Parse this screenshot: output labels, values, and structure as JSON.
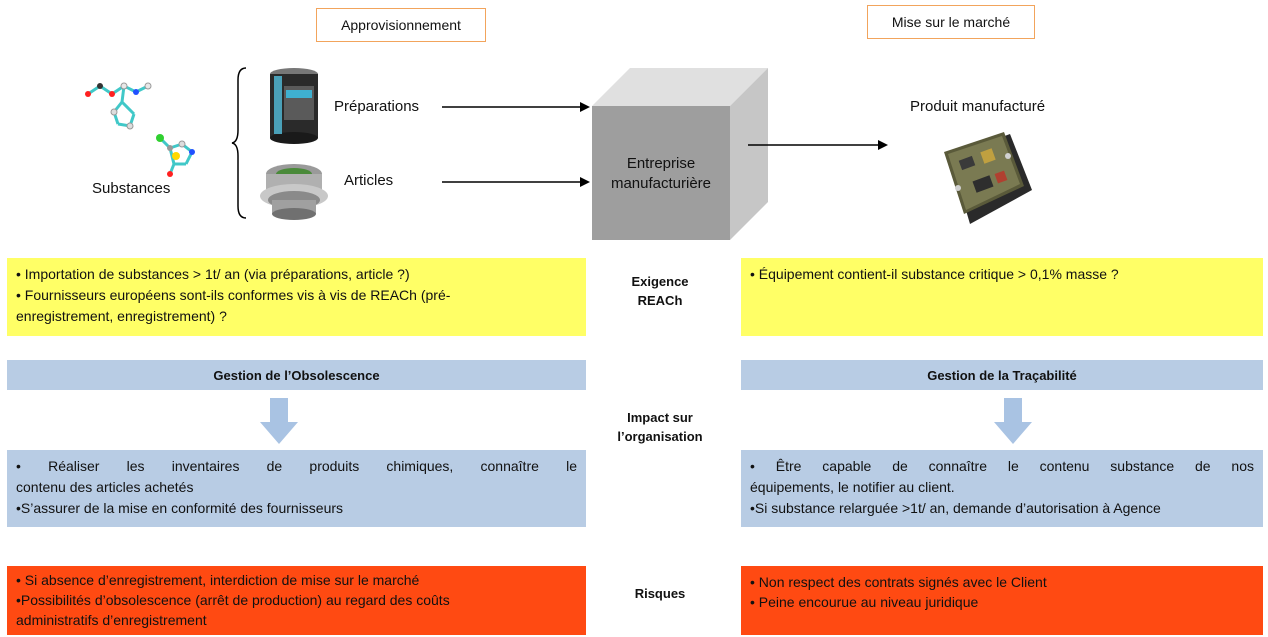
{
  "top": {
    "approvisionnement": "Approvisionnement",
    "mise_sur_marche": "Mise sur le marché"
  },
  "flow": {
    "substances": "Substances",
    "preparations": "Préparations",
    "articles": "Articles",
    "entreprise_line1": "Entreprise",
    "entreprise_line2": "manufacturière",
    "produit": "Produit manufacturé"
  },
  "center_labels": {
    "exigence_line1": "Exigence",
    "exigence_line2": "REACh",
    "impact_line1": "Impact sur",
    "impact_line2": "l’organisation",
    "risques": "Risques"
  },
  "left": {
    "exigence": [
      "• Importation de substances > 1t/ an (via préparations, article ?)",
      "• Fournisseurs européens sont-ils conformes vis à vis de REACh (pré-",
      "enregistrement, enregistrement) ?"
    ],
    "gestion_title": "Gestion de l’Obsolescence",
    "impact": [
      "• Réaliser les inventaires de produits chimiques, connaître le",
      "contenu des articles achetés",
      "•S’assurer de la mise en conformité des fournisseurs"
    ],
    "risques": [
      "• Si absence d’enregistrement, interdiction de mise sur le marché",
      "•Possibilités d’obsolescence (arrêt de production) au regard des coûts",
      "administratifs d’enregistrement"
    ]
  },
  "right": {
    "exigence": [
      "• Équipement contient-il substance critique > 0,1% masse ?"
    ],
    "gestion_title": "Gestion de la Traçabilité",
    "impact": [
      "• Être capable de connaître le contenu substance de nos",
      "équipements, le notifier au client.",
      "•Si substance relarguée >1t/ an, demande d’autorisation à Agence"
    ],
    "risques": [
      "• Non respect des contrats signés avec le Client",
      "• Peine encourue au niveau juridique"
    ]
  },
  "colors": {
    "yellow": "#ffff66",
    "blue": "#b8cce4",
    "red": "#ff4a12",
    "tag_border": "#f2a45c",
    "cube_front": "#9e9e9e"
  },
  "icons": [
    "molecule-icon",
    "molecule-icon",
    "lubricant-can-icon",
    "metal-fitting-icon",
    "circuit-board-icon",
    "down-arrow-icon",
    "right-arrow-icon"
  ]
}
